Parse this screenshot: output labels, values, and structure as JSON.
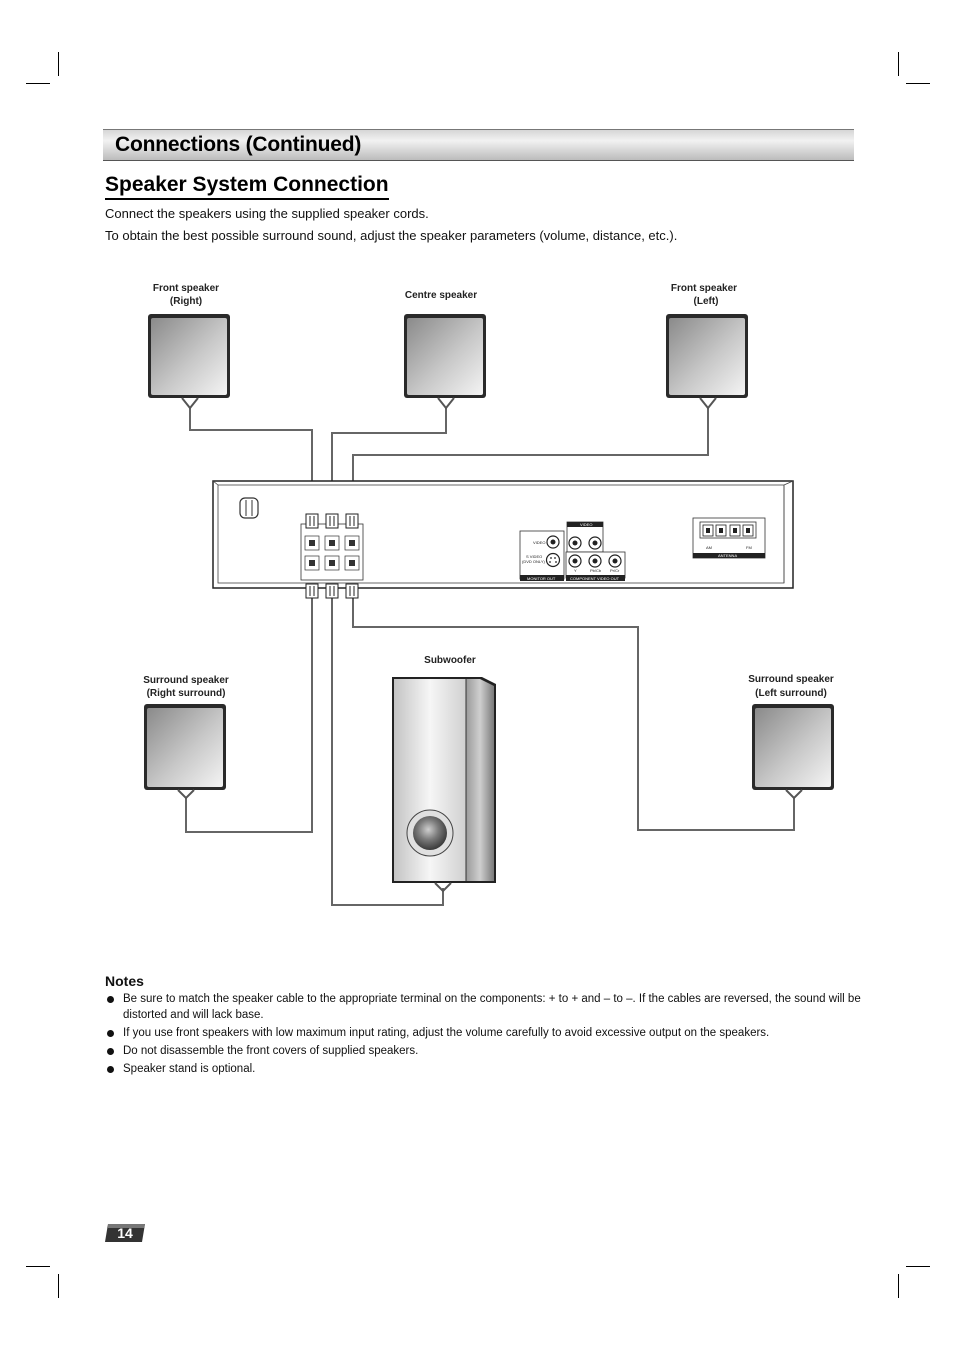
{
  "header": {
    "title": "Connections (Continued)"
  },
  "section": {
    "title": "Speaker System Connection",
    "intro": [
      "Connect the speakers using the supplied speaker cords.",
      "To obtain the best possible surround sound, adjust the speaker parameters (volume, distance, etc.)."
    ]
  },
  "diagram": {
    "front_right": [
      "Front speaker",
      "(Right)"
    ],
    "centre": "Centre speaker",
    "front_left": [
      "Front speaker",
      "(Left)"
    ],
    "subwoofer": "Subwoofer",
    "surround_right": [
      "Surround speaker",
      "(Right surround)"
    ],
    "surround_left": [
      "Surround speaker",
      "(Left surround)"
    ],
    "panel": {
      "video": "VIDEO",
      "video_out": "VIDEO",
      "s_video": "S VIDEO",
      "s_video_note": "(DVD ONLY)",
      "monitor_out": "MONITOR OUT",
      "component_out": "COMPONENT VIDEO OUT",
      "y": "Y",
      "pb": "Pb/Cb",
      "pr": "Pr/Cr",
      "am": "AM",
      "fm": "FM",
      "antenna": "ANTENNA"
    }
  },
  "notes": {
    "title": "Notes",
    "items": [
      "Be sure to match the speaker cable to the appropriate terminal on the components: + to + and – to –. If the cables are reversed, the sound will be distorted  and will lack base.",
      "If you use front speakers with low maximum input rating, adjust the volume carefully to avoid excessive output on the speakers.",
      "Do not disassemble the front covers of supplied speakers.",
      "Speaker stand is optional."
    ]
  },
  "page_number": "14"
}
